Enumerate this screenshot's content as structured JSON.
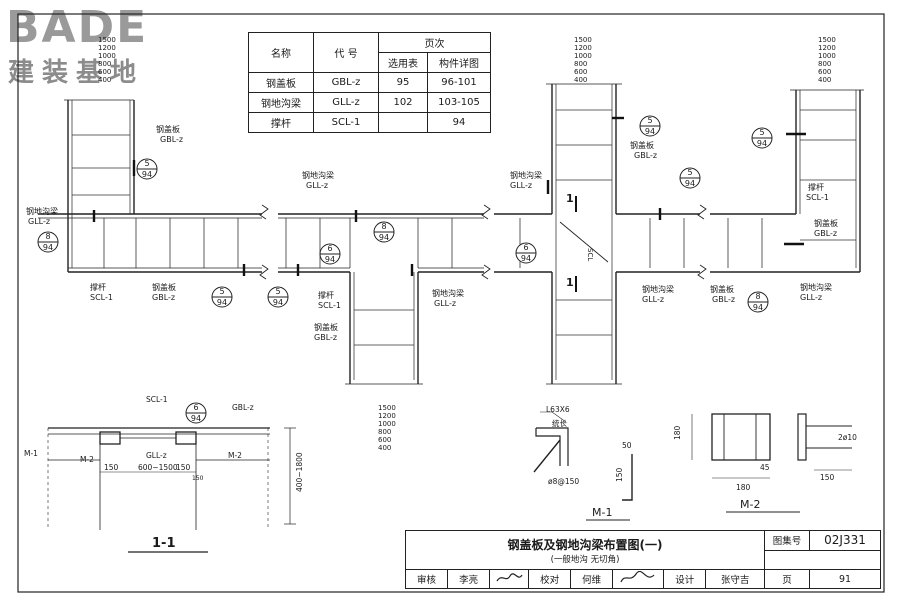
{
  "logo": {
    "brand": "BADE",
    "subtitle": "建装基地"
  },
  "index_table": {
    "headers": {
      "name": "名称",
      "code": "代 号",
      "pages": "页次",
      "select": "选用表",
      "detail": "构件详图"
    },
    "rows": [
      {
        "name": "钢盖板",
        "code": "GBL-z",
        "select": "95",
        "detail": "96-101"
      },
      {
        "name": "钢地沟梁",
        "code": "GLL-z",
        "select": "102",
        "detail": "103-105"
      },
      {
        "name": "撑杆",
        "code": "SCL-1",
        "select": "",
        "detail": "94"
      }
    ]
  },
  "dims": {
    "stack_a": [
      "1500",
      "1200",
      "1000",
      "800",
      "600",
      "400"
    ],
    "stack_b": [
      "1500",
      "1200",
      "1000",
      "800",
      "600",
      "400"
    ],
    "stack_c": [
      "1500",
      "1200",
      "1000",
      "800",
      "600",
      "400"
    ],
    "stack_d": [
      "1500",
      "1200",
      "1000",
      "800",
      "600",
      "400"
    ]
  },
  "refs": {
    "r1": {
      "top": "5",
      "bot": "94"
    },
    "r2": {
      "top": "8",
      "bot": "94"
    },
    "r3": {
      "top": "6",
      "bot": "94"
    }
  },
  "labels": {
    "gbl_cn": "钢盖板",
    "gbl_code": "GBL-z",
    "gll_cn": "钢地沟梁",
    "gll_code": "GLL-z",
    "scl_cn": "撑杆",
    "scl_code": "SCL-1",
    "cut_mark": "1",
    "scl_vert": "SCL"
  },
  "section": {
    "title": "1-1",
    "scl": "SCL-1",
    "gbl": "GBL-z",
    "gll": "GLL-z",
    "m1": "M-1",
    "m2": "M-2",
    "m2b": "M-2",
    "d150a": "150",
    "d_range": "600~1500",
    "d150b": "150",
    "d150c": "150",
    "d_depth": "400~1800",
    "ref_top": "6",
    "ref_bot": "94"
  },
  "m1": {
    "title": "M-1",
    "angle": "L63X6",
    "length": "统长",
    "anchor": "ø8@150",
    "d50": "50",
    "d150": "150"
  },
  "m2": {
    "title": "M-2",
    "d180a": "180",
    "d45": "45",
    "d180b": "180",
    "d150": "150",
    "bar": "2ø10"
  },
  "title_block": {
    "title": "钢盖板及钢地沟梁布置图(一)",
    "subtitle": "(一般地沟 无切角)",
    "atlas_label": "图集号",
    "atlas_no": "02J331",
    "review": "审核",
    "reviewer": "李亮",
    "check": "校对",
    "checker": "何维",
    "design": "设计",
    "designer": "张守吉",
    "page_label": "页",
    "page_no": "91"
  }
}
